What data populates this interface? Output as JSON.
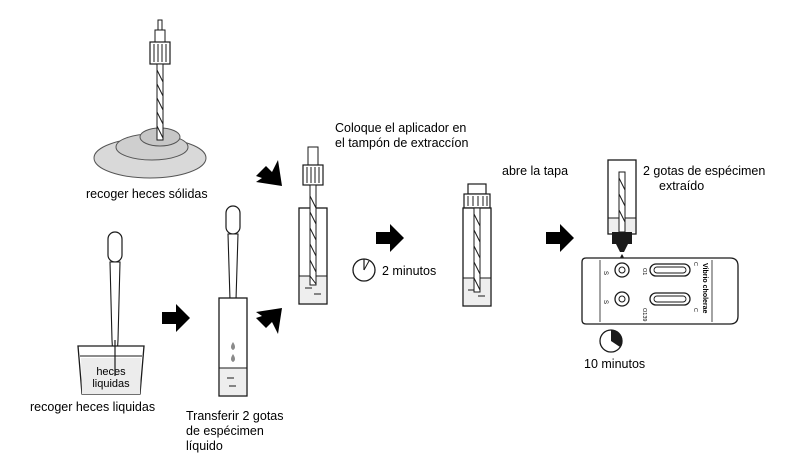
{
  "steps": {
    "collect_solid": "recoger heces sólidas",
    "collect_liquid": "recoger heces liquidas",
    "liquid_label_line1": "heces",
    "liquid_label_line2": "liquidas",
    "transfer_line1": "Transferir 2 gotas",
    "transfer_line2": "de espécimen",
    "transfer_line3": "líquido",
    "place_line1": "Coloque el aplicador en",
    "place_line2": "el tampón de extraccíon",
    "wait_2": "2 minutos",
    "open_cap": "abre la tapa",
    "drops_line1": "2 gotas de espécimen",
    "drops_line2": "extraído",
    "wait_10": "10 minutos"
  },
  "cassette": {
    "brand": "Vibrio cholerae",
    "well_label_top": "S",
    "well_label_bottom": "S",
    "window_top_c": "C",
    "window_top_t": "O1",
    "window_bottom_c": "C",
    "window_bottom_t": "O139"
  },
  "colors": {
    "line": "#1a1a1a",
    "fill_light": "#d8d8d8",
    "fill_mid": "#bdbdbd",
    "arrow": "#000000"
  }
}
